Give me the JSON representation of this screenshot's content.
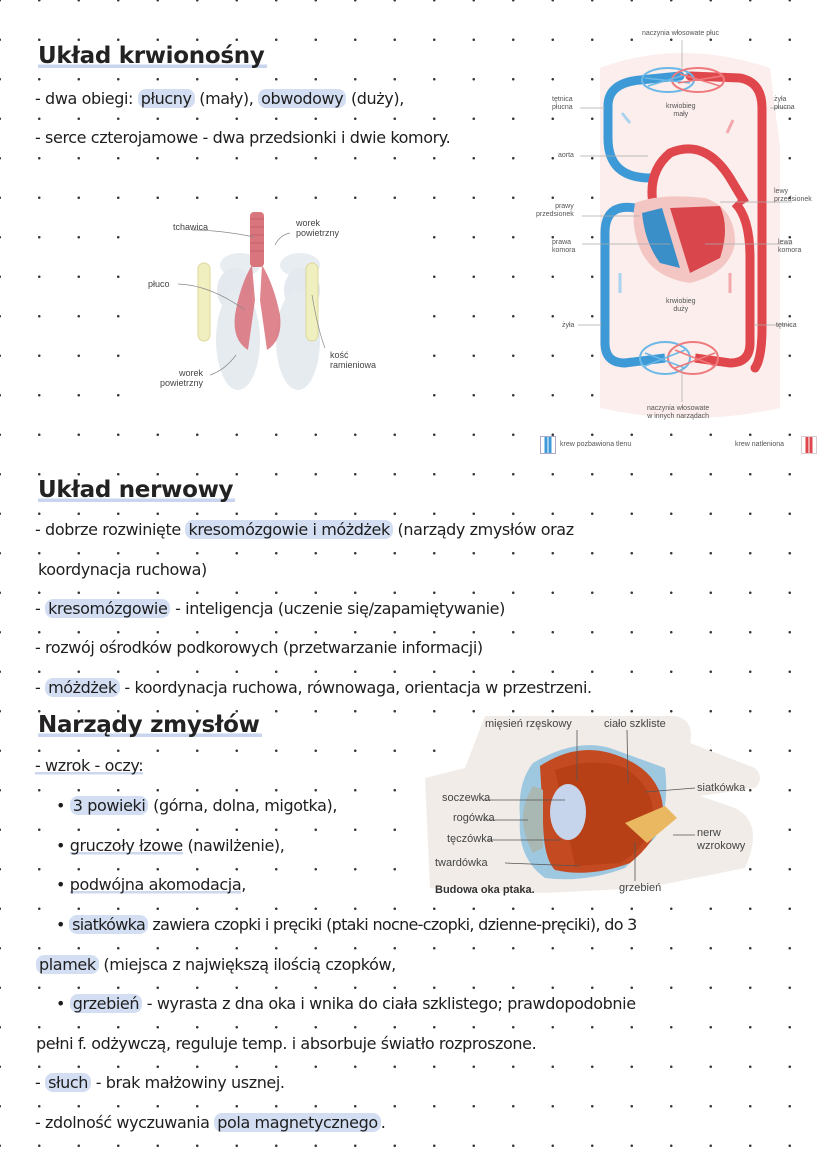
{
  "sections": {
    "circulatory": {
      "title": "Układ krwionośny",
      "lines": [
        {
          "prefix": "- dwa obiegi: ",
          "hl1": "płucny",
          "mid": " (mały), ",
          "hl2": "obwodowy",
          "suffix": " (duży),"
        },
        {
          "text": "- serce czterojamowe - dwa przedsionki i dwie komory."
        }
      ]
    },
    "nervous": {
      "title": "Układ nerwowy",
      "lines": [
        {
          "prefix": "- dobrze rozwinięte ",
          "hl": "kresomózgowie i móżdżek",
          "suffix": " (narządy zmysłów oraz"
        },
        {
          "text": "koordynacja ruchowa)"
        },
        {
          "prefix": "- ",
          "hl": "kresomózgowie",
          "suffix": " - inteligencja (uczenie się/zapamiętywanie)"
        },
        {
          "text": "- rozwój ośrodków podkorowych (przetwarzanie informacji)"
        },
        {
          "prefix": "- ",
          "hl": "móżdżek",
          "suffix": " - koordynacja ruchowa, równowaga, orientacja w przestrzeni."
        }
      ]
    },
    "senses": {
      "title": "Narządy zmysłów",
      "lines": [
        {
          "text": "- wzrok - oczy:"
        },
        {
          "prefix": "• ",
          "hl": "3 powieki",
          "suffix": " (górna, dolna, migotka),"
        },
        {
          "prefix": "• ",
          "ul": "gruczoły łzowe",
          "suffix": " (nawilżenie),"
        },
        {
          "prefix": "• ",
          "ul": "podwójna akomodacja",
          "suffix": ","
        },
        {
          "prefix": "• ",
          "hl": "siatkówka",
          "suffix": " zawiera czopki i pręciki (ptaki nocne-czopki, dzienne-pręciki), do 3"
        },
        {
          "hl": "plamek",
          "suffix": " (miejsca z największą ilością czopków,"
        },
        {
          "prefix": "• ",
          "hl": "grzebień",
          "suffix": " - wyrasta z dna oka i wnika do ciała szklistego; prawdopodobnie"
        },
        {
          "text": "pełni f. odżywczą, reguluje temp. i absorbuje światło rozproszone."
        },
        {
          "prefix": "- ",
          "hl": "słuch",
          "suffix": " - brak małżowiny usznej."
        },
        {
          "prefix": "- zdolność wyczuwania ",
          "hl": "pola magnetycznego",
          "suffix": "."
        }
      ]
    }
  },
  "figures": {
    "circulation": {
      "labels": {
        "top": "naczynia włosowate płuc",
        "pulm_artery": [
          "tętnica",
          "płucna"
        ],
        "pulm_vein": [
          "żyła",
          "płucna"
        ],
        "small_loop": [
          "krwiobieg",
          "mały"
        ],
        "aorta": "aorta",
        "right_atrium": [
          "prawy",
          "przedsionek"
        ],
        "left_atrium": [
          "lewy",
          "przedsionek"
        ],
        "right_ventricle": [
          "prawa",
          "komora"
        ],
        "left_ventricle": [
          "lewa",
          "komora"
        ],
        "big_loop": [
          "krwiobieg",
          "duży"
        ],
        "vein": "żyła",
        "artery": "tętnica",
        "bottom": [
          "naczynia włosowate",
          "w innych narządach"
        ]
      },
      "legend": {
        "deoxy": "krew pozbawiona tlenu",
        "oxy": "krew natleniona"
      },
      "colors": {
        "deoxy": "#3d9ad6",
        "oxy": "#e0474c",
        "bg": "#fbeeec"
      }
    },
    "lungs": {
      "labels": {
        "trachea": "tchawica",
        "air_sac_top": [
          "worek",
          "powietrzny"
        ],
        "lung": "płuco",
        "air_sac_bottom": [
          "worek",
          "powietrzny"
        ],
        "humerus": [
          "kość",
          "ramieniowa"
        ]
      }
    },
    "eye": {
      "labels": {
        "ciliary": "mięsień rzęskowy",
        "vitreous": "ciało szkliste",
        "lens": "soczewka",
        "cornea": "rogówka",
        "iris": "tęczówka",
        "sclera": "twardówka",
        "retina": "siatkówka",
        "nerve": [
          "nerw",
          "wzrokowy"
        ],
        "pecten": "grzebień",
        "caption": "Budowa oka ptaka."
      }
    }
  },
  "colors": {
    "highlight": "#d3def3",
    "text": "#1e1e1e"
  }
}
